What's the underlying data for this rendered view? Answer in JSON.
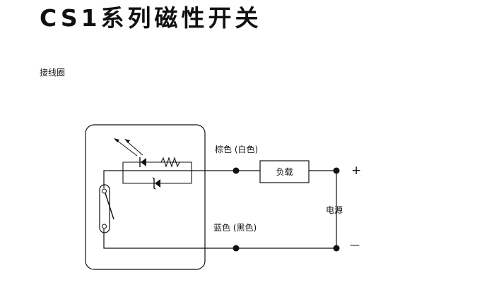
{
  "page": {
    "title": "CS1系列磁性开关",
    "section_label": "接线圈"
  },
  "diagram": {
    "brown_wire_label": "棕色 (白色)",
    "blue_wire_label": "蓝色 (黑色)",
    "load_label": "负载",
    "power_label": "电源",
    "plus_sign": "+",
    "minus_sign": "—"
  },
  "colors": {
    "line": "#111111",
    "background": "#ffffff"
  }
}
